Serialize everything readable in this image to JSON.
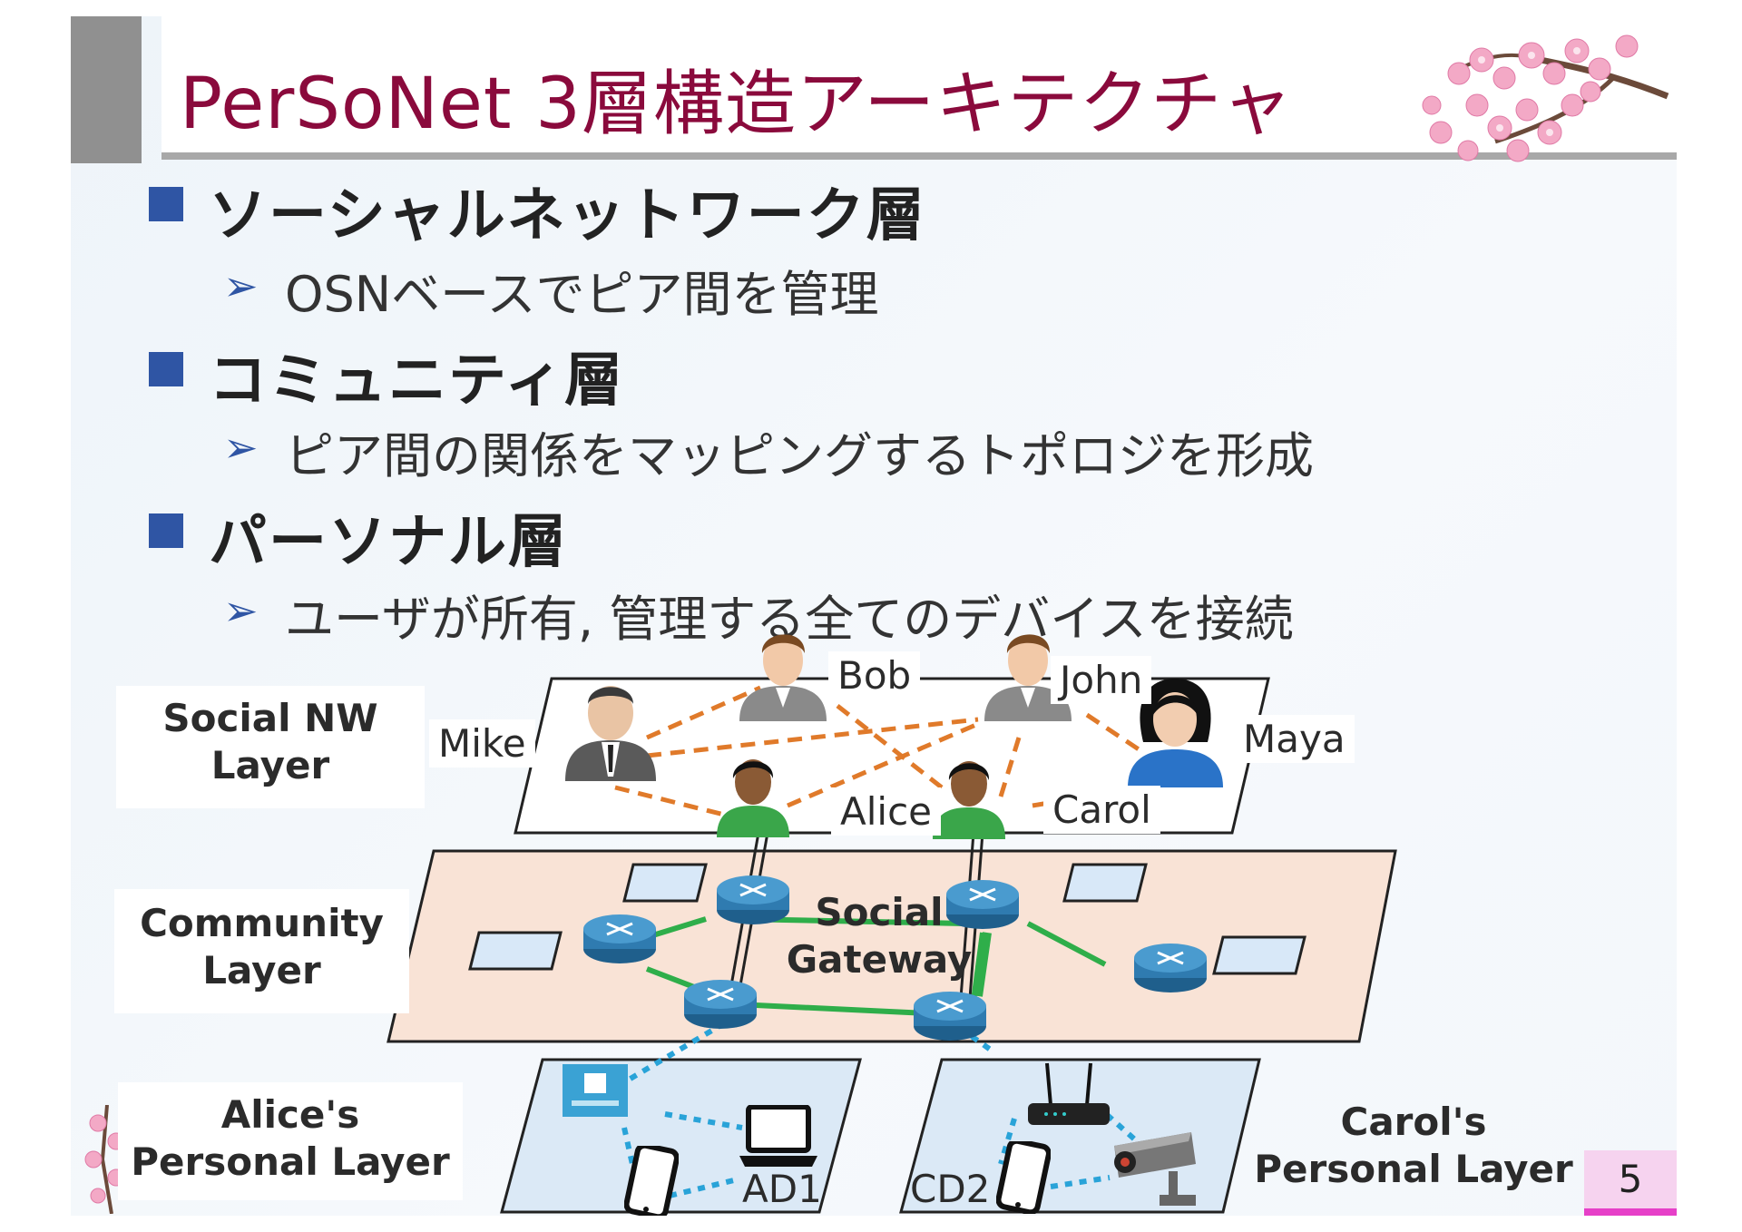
{
  "title": "PerSoNet 3層構造アーキテクチャ",
  "bullets": [
    {
      "heading": "ソーシャルネットワーク層",
      "sub": "OSNベースでピア間を管理"
    },
    {
      "heading": "コミュニティ層",
      "sub": "ピア間の関係をマッピングするトポロジを形成"
    },
    {
      "heading": "パーソナル層",
      "sub": "ユーザが所有, 管理する全てのデバイスを接続"
    }
  ],
  "sub_marker": "➢",
  "layers": {
    "social": [
      "Social NW",
      "Layer"
    ],
    "community": [
      "Community",
      "Layer"
    ],
    "alice_personal": [
      "Alice's",
      "Personal Layer"
    ],
    "carol_personal": [
      "Carol's",
      "Personal Layer"
    ]
  },
  "people": {
    "mike": "Mike",
    "bob": "Bob",
    "john": "John",
    "maya": "Maya",
    "alice": "Alice",
    "carol": "Carol"
  },
  "gateway": [
    "Social",
    "Gateway"
  ],
  "devices": {
    "alice_device": "AD1",
    "carol_device": "CD2"
  },
  "page_number": "5",
  "colors": {
    "title": "#8a0a3c",
    "bullet": "#2f55a4",
    "social_edge": "#e07a2a",
    "community_edge": "#2fae4a",
    "personal_edge": "#29a3d8",
    "community_plane": "#f9e3d6",
    "personal_plane": "#dbe9f6",
    "router": "#2f7bb0"
  },
  "icons": [
    "router-icon",
    "person-icon",
    "laptop-icon",
    "smartphone-icon",
    "wifi-router-icon",
    "security-camera-icon",
    "monitor-icon",
    "cherry-blossom-icon"
  ]
}
